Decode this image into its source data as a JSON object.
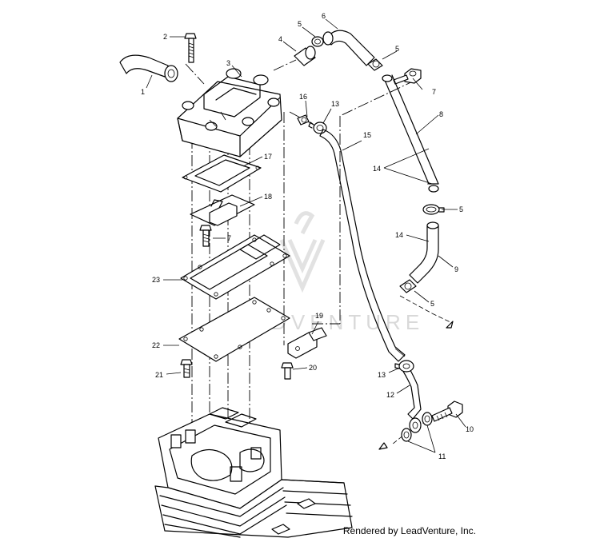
{
  "watermark": {
    "brand": "LEADVENTURE"
  },
  "credit": "Rendered by LeadVenture, Inc.",
  "callouts": [
    {
      "id": "c1",
      "label": "1"
    },
    {
      "id": "c2",
      "label": "2"
    },
    {
      "id": "c3",
      "label": "3"
    },
    {
      "id": "c4",
      "label": "4"
    },
    {
      "id": "c5a",
      "label": "5"
    },
    {
      "id": "c5b",
      "label": "5"
    },
    {
      "id": "c5c",
      "label": "5"
    },
    {
      "id": "c5d",
      "label": "5"
    },
    {
      "id": "c6",
      "label": "6"
    },
    {
      "id": "c7a",
      "label": "7"
    },
    {
      "id": "c7b",
      "label": "7"
    },
    {
      "id": "c8",
      "label": "8"
    },
    {
      "id": "c9",
      "label": "9"
    },
    {
      "id": "c10",
      "label": "10"
    },
    {
      "id": "c11",
      "label": "11"
    },
    {
      "id": "c12",
      "label": "12"
    },
    {
      "id": "c13a",
      "label": "13"
    },
    {
      "id": "c13b",
      "label": "13"
    },
    {
      "id": "c14a",
      "label": "14"
    },
    {
      "id": "c14b",
      "label": "14"
    },
    {
      "id": "c15",
      "label": "15"
    },
    {
      "id": "c16",
      "label": "16"
    },
    {
      "id": "c17",
      "label": "17"
    },
    {
      "id": "c18",
      "label": "18"
    },
    {
      "id": "c19",
      "label": "19"
    },
    {
      "id": "c20",
      "label": "20"
    },
    {
      "id": "c21",
      "label": "21"
    },
    {
      "id": "c22",
      "label": "22"
    },
    {
      "id": "c23",
      "label": "23"
    }
  ]
}
